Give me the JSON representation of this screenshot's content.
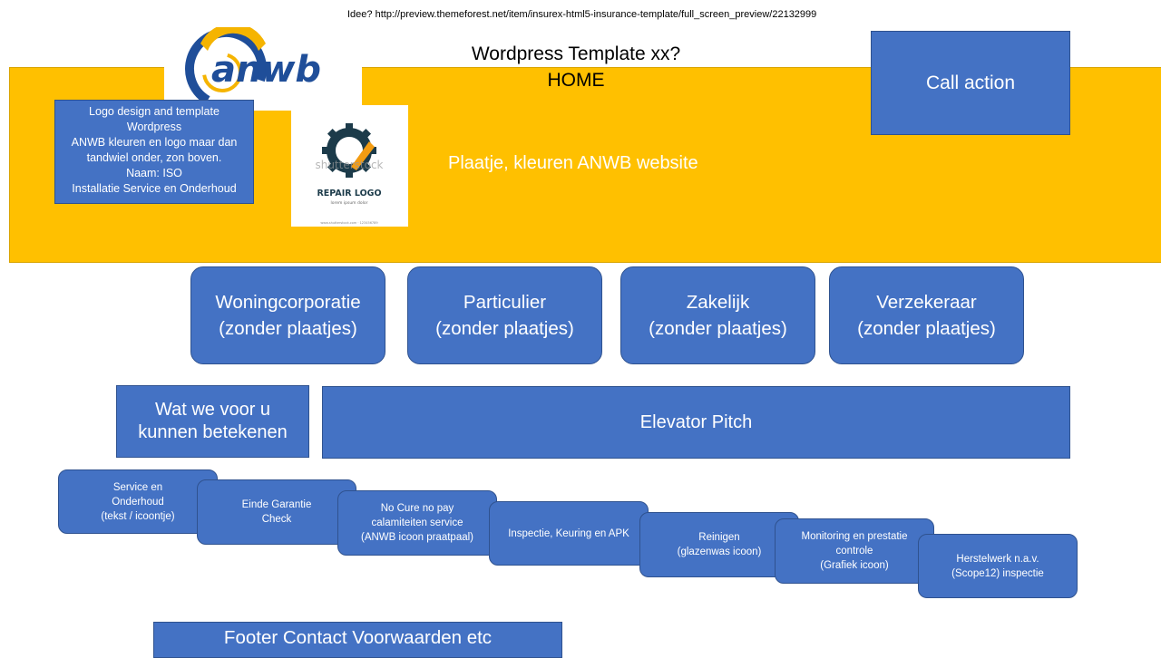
{
  "header": {
    "idea_line": "Idee? http://preview.themeforest.net/item/insurex-html5-insurance-template/full_screen_preview/22132999",
    "title": "Wordpress Template xx?",
    "subtitle": "HOME",
    "call_action": "Call action"
  },
  "logos": {
    "anwb_text": "anwb",
    "repair_watermark": "shutterstock",
    "repair_title": "REPAIR LOGO",
    "repair_tagline": "lorem ipsum dolor",
    "repair_footer": "www.shutterstock.com · 123456789"
  },
  "note": "Logo design and template\nWordpress\nANWB kleuren en logo maar dan\ntandwiel onder, zon boven.\nNaam: ISO\nInstallatie Service en Onderhoud",
  "banner_text": "Plaatje, kleuren ANWB website",
  "segments": [
    "Woningcorporatie\n(zonder plaatjes)",
    "Particulier\n(zonder plaatjes)",
    "Zakelijk\n(zonder plaatjes)",
    "Verzekeraar\n(zonder plaatjes)"
  ],
  "wat_we": "Wat we voor u\nkunnen betekenen",
  "elevator": "Elevator Pitch",
  "services": [
    "Service en\nOnderhoud\n(tekst / icoontje)",
    "Einde Garantie\nCheck",
    "No Cure no pay\ncalamiteiten service\n(ANWB icoon praatpaal)",
    "Inspectie, Keuring en APK",
    "Reinigen\n(glazenwas icoon)",
    "Monitoring en prestatie\ncontrole\n(Grafiek icoon)",
    "Herstelwerk n.a.v.\n(Scope12) inspectie"
  ],
  "footer": "Footer Contact Voorwaarden etc",
  "colors": {
    "banner": "#ffc000",
    "box": "#4472c4",
    "anwb_blue": "#1f4e99",
    "anwb_yellow": "#f5b400"
  }
}
